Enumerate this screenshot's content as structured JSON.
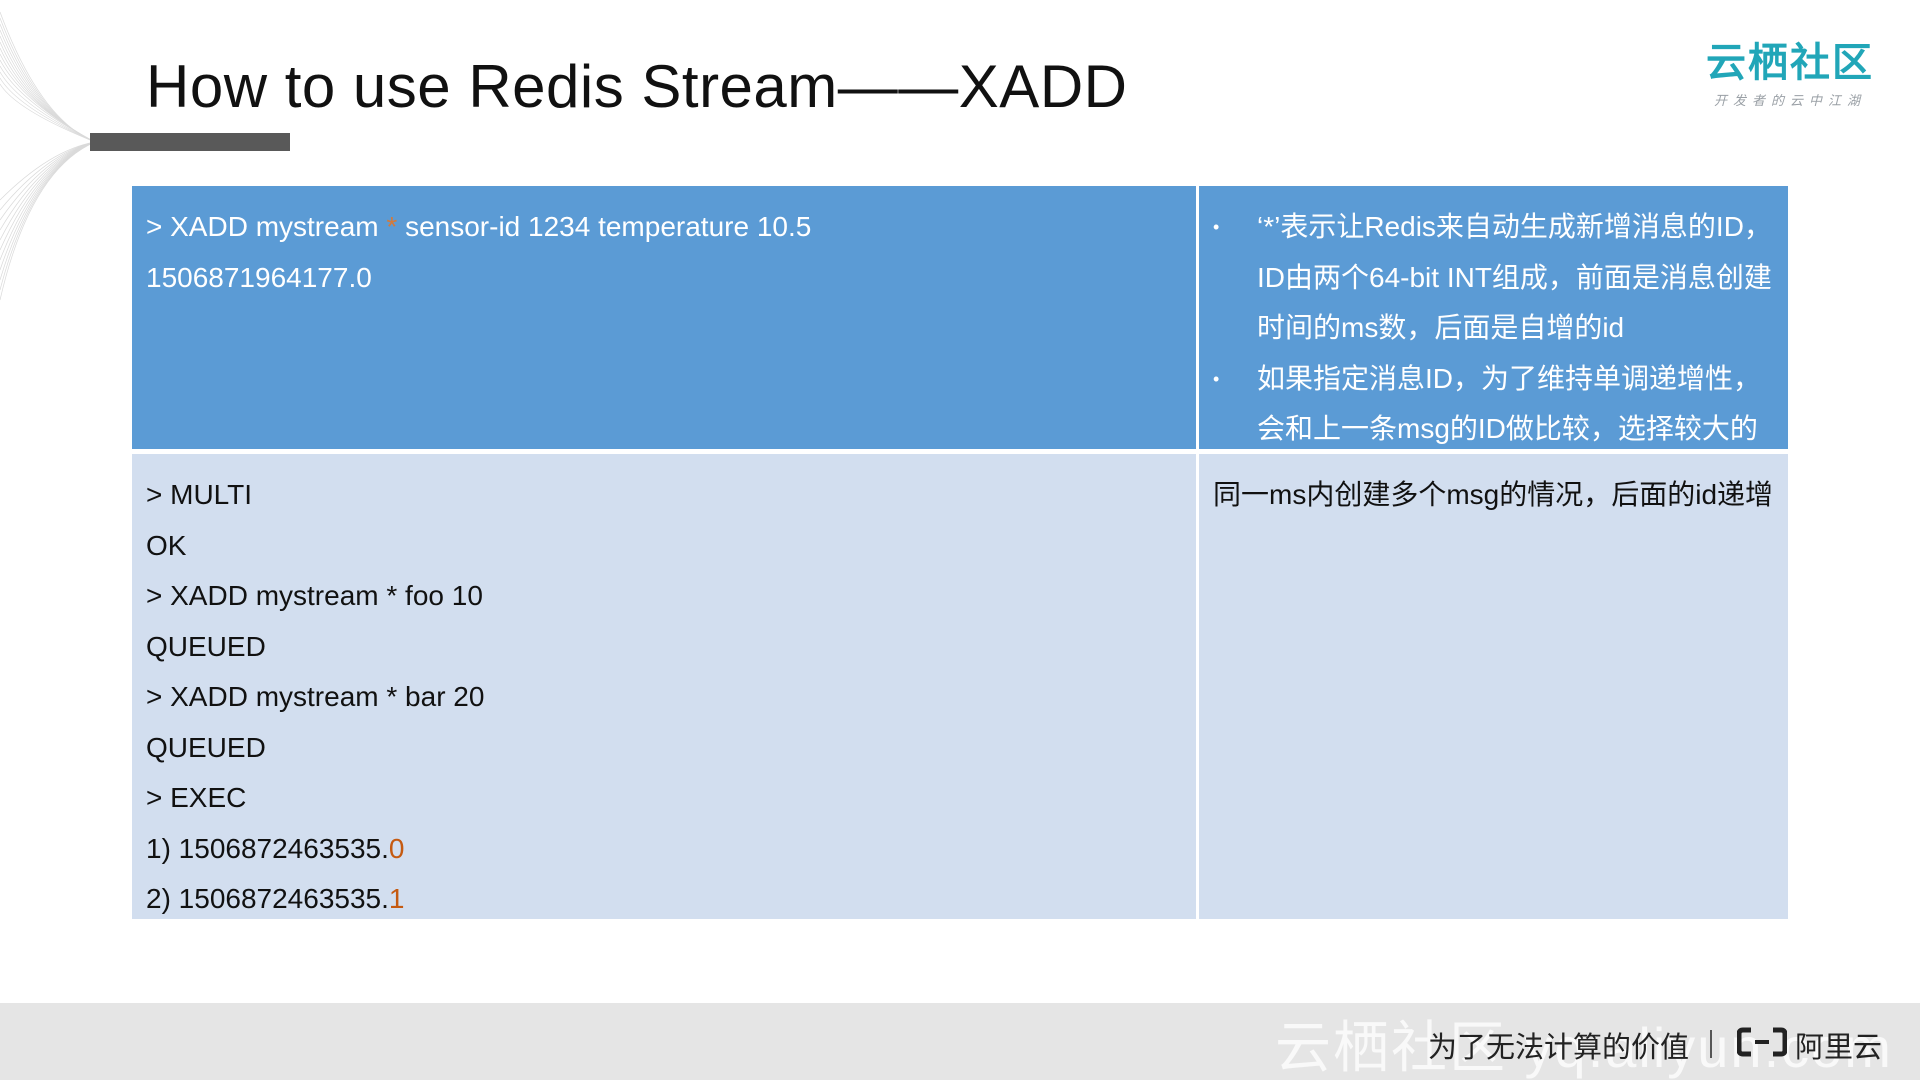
{
  "slide": {
    "title": "How to use Redis Stream——XADD"
  },
  "logo": {
    "name": "云栖社区",
    "tagline": "开发者的云中江湖"
  },
  "table": {
    "row1": {
      "cmd_prefix": "> XADD mystream ",
      "cmd_star": "*",
      "cmd_suffix": " sensor-id 1234 temperature 10.5",
      "result": "1506871964177.0",
      "notes": [
        "‘*’表示让Redis来自动生成新增消息的ID，ID由两个64-bit INT组成，前面是消息创建时间的ms数，后面是自增的id",
        "如果指定消息ID，为了维持单调递增性，会和上一条msg的ID做比较，选择较大的"
      ]
    },
    "row2": {
      "lines": [
        "> MULTI",
        "OK",
        "> XADD mystream * foo 10",
        "QUEUED",
        "> XADD mystream * bar 20",
        "QUEUED",
        "> EXEC"
      ],
      "result1_prefix": "1) 1506872463535.",
      "result1_suffix": "0",
      "result2_prefix": "2) 1506872463535.",
      "result2_suffix": "1",
      "note": "同一ms内创建多个msg的情况，后面的id递增"
    }
  },
  "footer": {
    "watermark": "云栖社区 yq.aliyun.com",
    "slogan": "为了无法计算的价值",
    "brand": "阿里云"
  },
  "colors": {
    "header_row": "#5b9bd5",
    "body_row": "#d2deef",
    "accent_orange": "#d27a3c",
    "logo_teal": "#21a6b8",
    "footer_bg": "#e5e5e5"
  }
}
